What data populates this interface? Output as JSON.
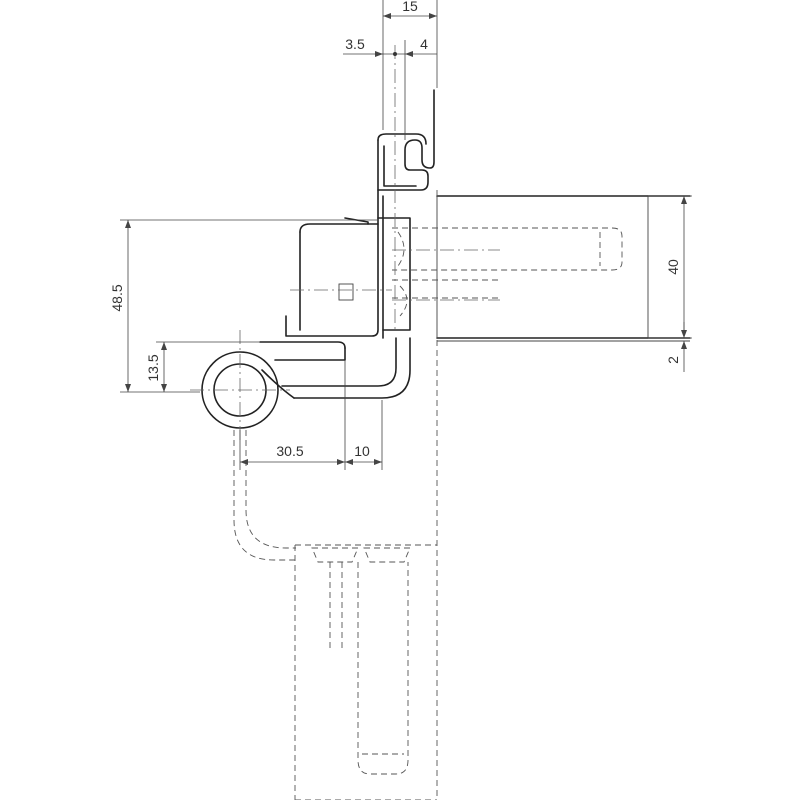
{
  "dimensions": {
    "top_width": "15",
    "top_left": "3.5",
    "top_right": "4",
    "right_height": "40",
    "right_gap": "2",
    "left_height": "48.5",
    "left_offset": "13.5",
    "bottom_left": "30.5",
    "bottom_right": "10"
  }
}
